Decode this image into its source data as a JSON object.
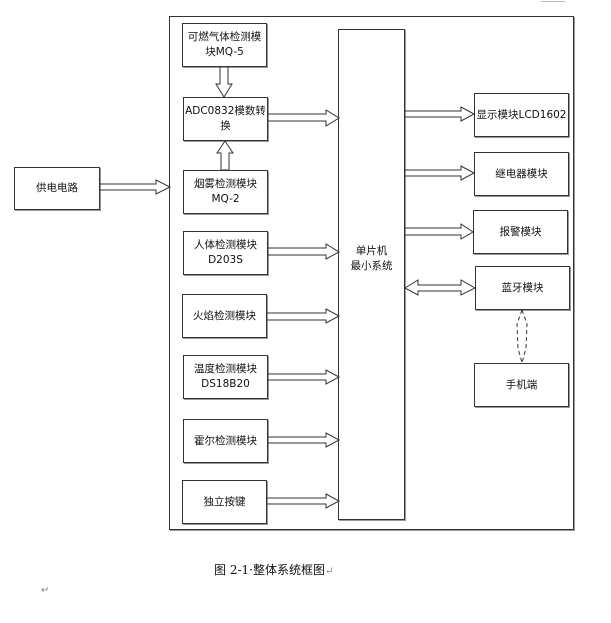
{
  "diagram": {
    "power": "供电电路",
    "mcu": "单片机\n最小系统",
    "inputs": {
      "gas": "可燃气体检测模\n块MQ-5",
      "adc": "ADC0832模数转\n换",
      "smoke": "烟雾检测模块\nMQ-2",
      "human": "人体检测模块\nD203S",
      "flame": "火焰检测模块",
      "temp": "温度检测模块\nDS18B20",
      "hall": "霍尔检测模块",
      "key": "独立按键"
    },
    "outputs": {
      "lcd": "显示模块LCD1602",
      "relay": "继电器模块",
      "alarm": "报警模块",
      "bt": "蓝牙模块",
      "phone": "手机端"
    }
  },
  "caption": {
    "text": "图 2-1·整体系统框图",
    "mark": "↵"
  },
  "paragraph_mark": "↵"
}
